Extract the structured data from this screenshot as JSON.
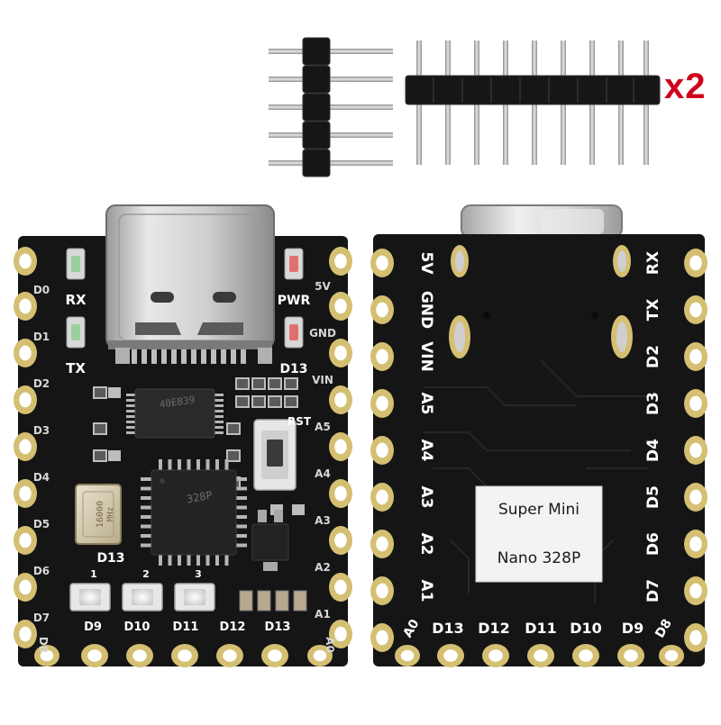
{
  "quantity_label": "x2",
  "front": {
    "left_pins": [
      "D0",
      "D1",
      "D2",
      "D3",
      "D4",
      "D5",
      "D6",
      "D7",
      "D8"
    ],
    "right_pins": [
      "5V",
      "GND",
      "VIN",
      "A5",
      "A4",
      "A3",
      "A2",
      "A1",
      "A0"
    ],
    "bottom_pins": [
      "D9",
      "D10",
      "D11",
      "D12",
      "D13"
    ],
    "labels": {
      "rx": "RX",
      "tx": "TX",
      "pwr": "PWR",
      "d13_top": "D13",
      "d13_led": "D13",
      "rst": "RST"
    },
    "button_numbers": [
      "1",
      "2",
      "3"
    ],
    "usb_chip_marking": "40EB39",
    "mcu_marking": "328P",
    "crystal_marking": [
      "16000",
      "MHz"
    ]
  },
  "back": {
    "left_labels": [
      "5V",
      "GND",
      "VIN",
      "A5",
      "A4",
      "A3",
      "A2",
      "A1",
      "A0"
    ],
    "right_labels": [
      "RX",
      "TX",
      "D2",
      "D3",
      "D4",
      "D5",
      "D6",
      "D7",
      "D8"
    ],
    "bottom_labels": [
      "D13",
      "D12",
      "D11",
      "D10",
      "D9"
    ],
    "sticker": [
      "Super Mini",
      "Nano 328P"
    ]
  },
  "colors": {
    "pcb": "#151515",
    "gold_pad": "#d4bf72",
    "pad_hole": "#ffffff",
    "silkscreen": "#ffffff",
    "header_plastic": "#161616",
    "header_pin": "#b9b9b9",
    "qty_text": "#d0021b"
  }
}
